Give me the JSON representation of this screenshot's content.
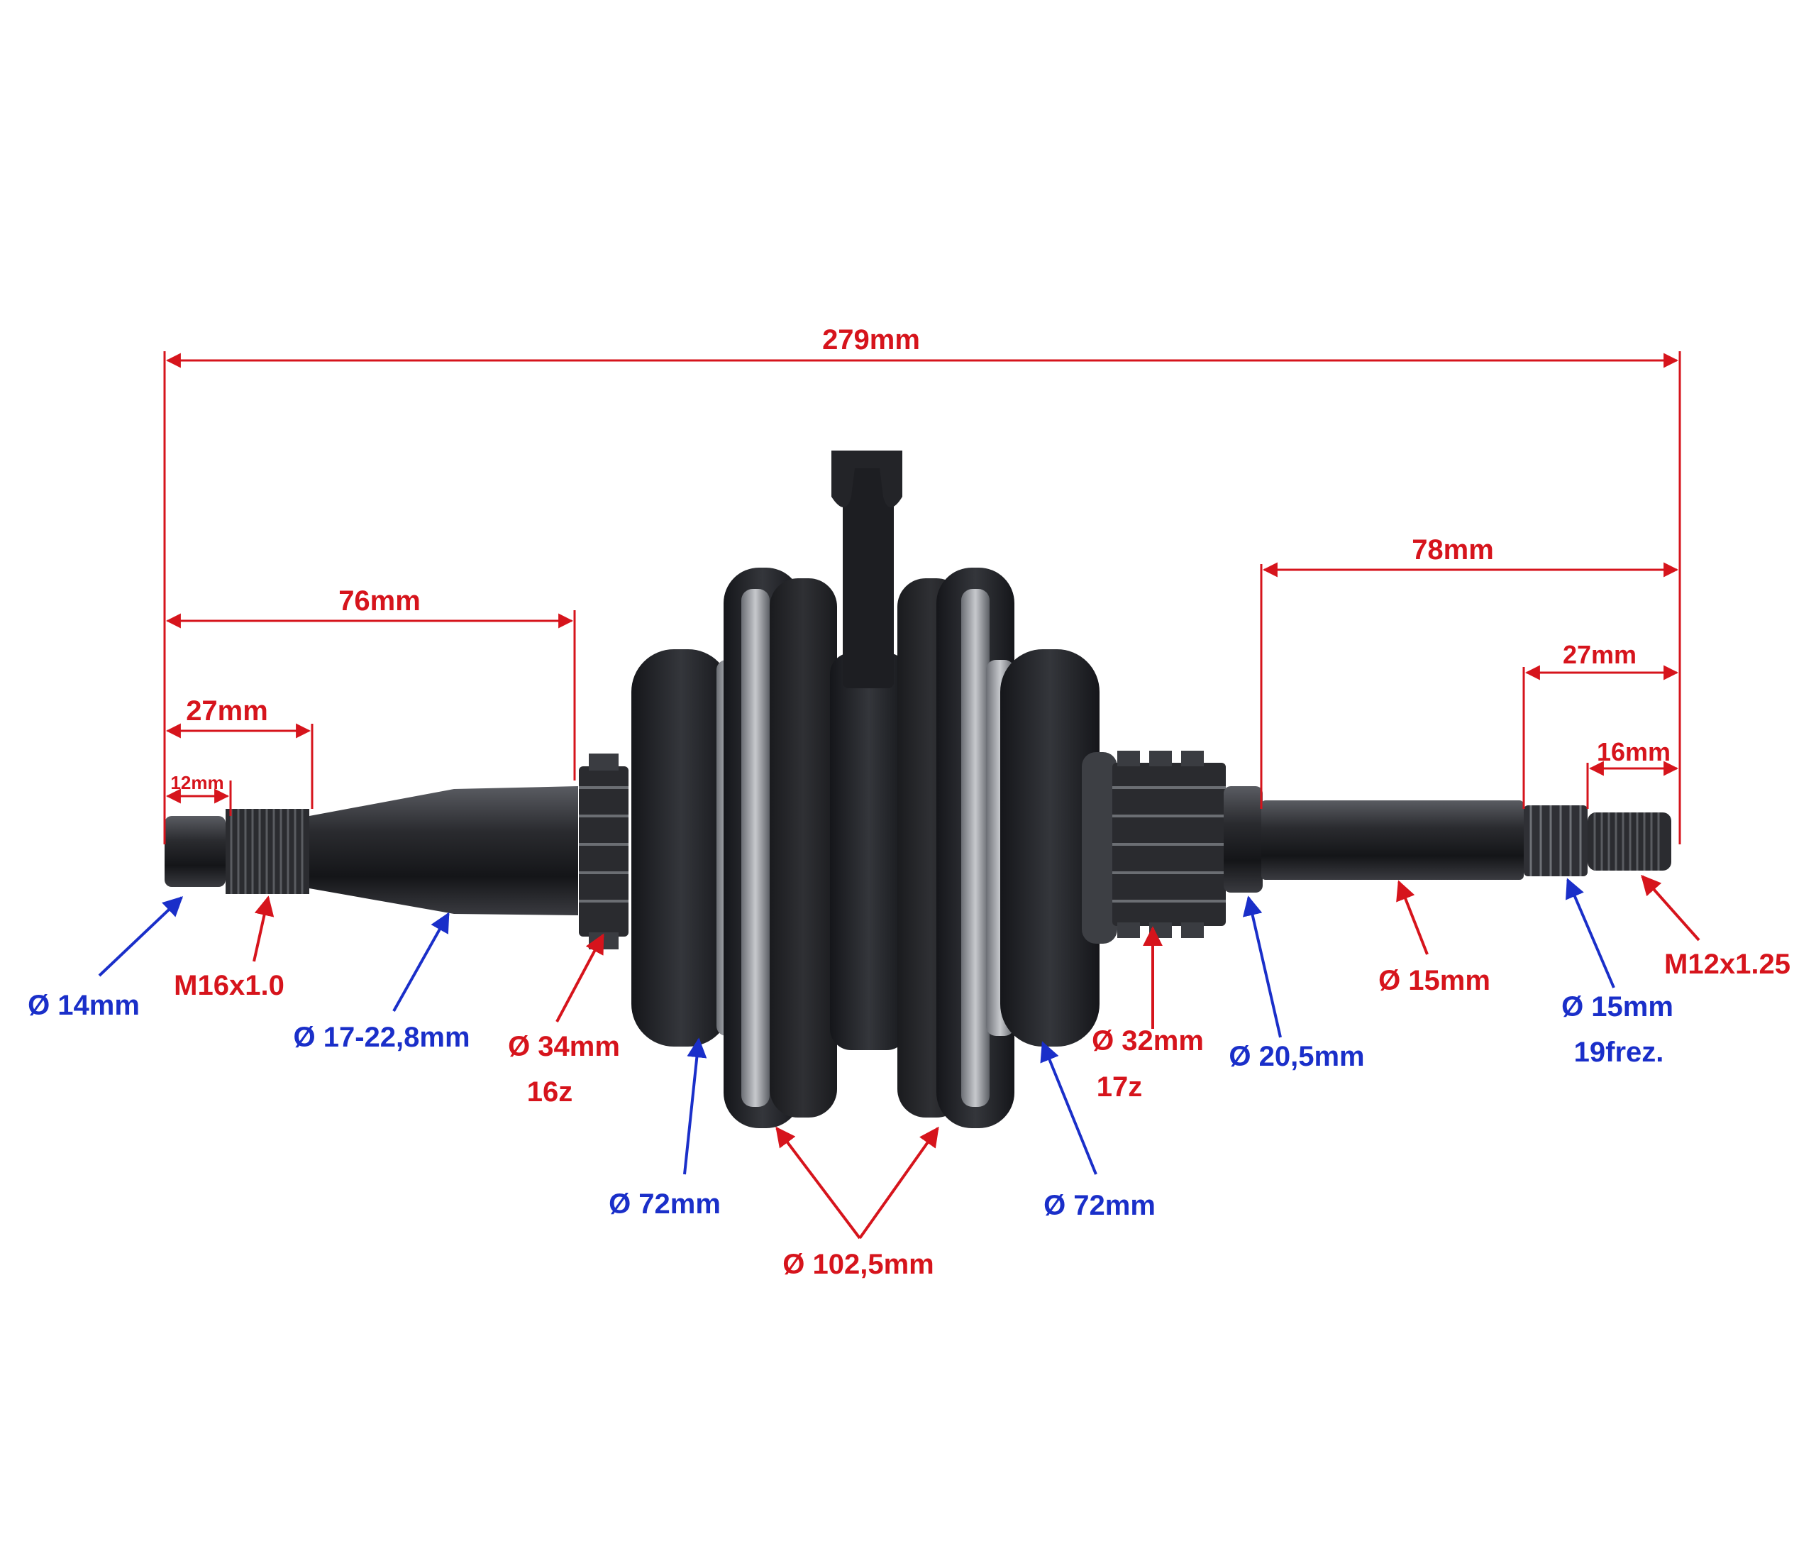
{
  "colors": {
    "red": "#d6141c",
    "blue": "#1a2fc9",
    "metal_dark": "#1c1d20",
    "metal_light": "#8c8f95"
  },
  "dimensions": {
    "overall": "279mm",
    "left_76": "76mm",
    "left_27": "27mm",
    "left_12": "12mm",
    "right_78": "78mm",
    "right_27": "27mm",
    "right_16": "16mm"
  },
  "labels": {
    "d14": "Ø 14mm",
    "m16": "M16x1.0",
    "d17": "Ø 17-22,8mm",
    "d34": "Ø 34mm",
    "z16": "16z",
    "d72_left": "Ø 72mm",
    "d1025": "Ø 102,5mm",
    "d72_right": "Ø 72mm",
    "d32": "Ø 32mm",
    "z17": "17z",
    "d205": "Ø 20,5mm",
    "d15a": "Ø 15mm",
    "d15b": "Ø 15mm",
    "frez": "19frez.",
    "m12": "M12x1.25"
  }
}
